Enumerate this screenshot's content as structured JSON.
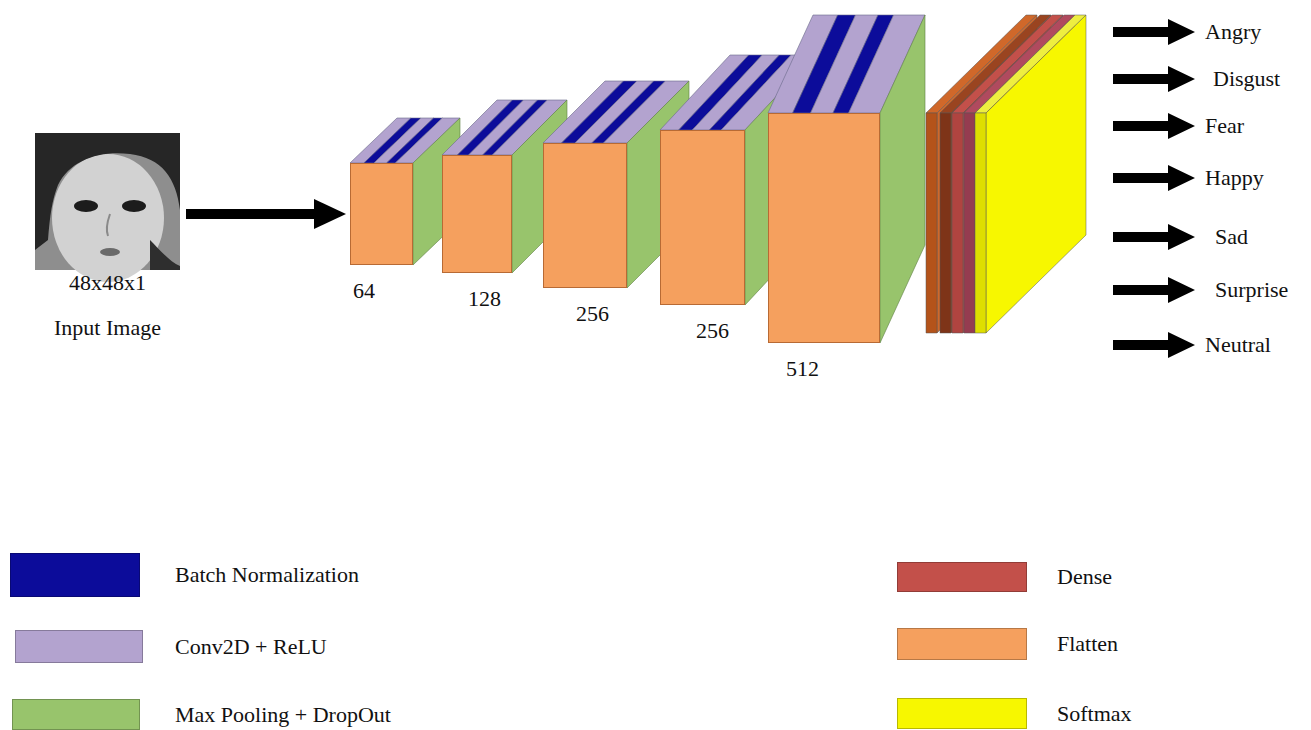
{
  "diagram": {
    "nodes": [
      {
        "text": [
          "48x48x1",
          "Input Image"
        ]
      },
      {
        "text": [
          "64"
        ]
      },
      {
        "text": [
          "128"
        ]
      },
      {
        "text": [
          "256"
        ]
      },
      {
        "text": [
          "256"
        ]
      },
      {
        "text": [
          "512"
        ]
      }
    ],
    "edges": [
      {
        "from": 0,
        "to": 1,
        "arrow": "to"
      }
    ],
    "labels": [
      "Angry",
      "Disgust",
      "Fear",
      "Happy",
      "Sad",
      "Surprise",
      "Neutral"
    ],
    "legend": [
      {
        "text": "Batch Normalization",
        "color": "#0c0c9a"
      },
      {
        "text": "Conv2D + ReLU",
        "color": "#b3a3cf"
      },
      {
        "text": "Max Pooling + DropOut",
        "color": "#98c46c"
      },
      {
        "text": "Dense",
        "color": "#c3504a"
      },
      {
        "text": "Flatten",
        "color": "#f5a05e"
      },
      {
        "text": "Softmax",
        "color": "#f7f700"
      }
    ]
  }
}
